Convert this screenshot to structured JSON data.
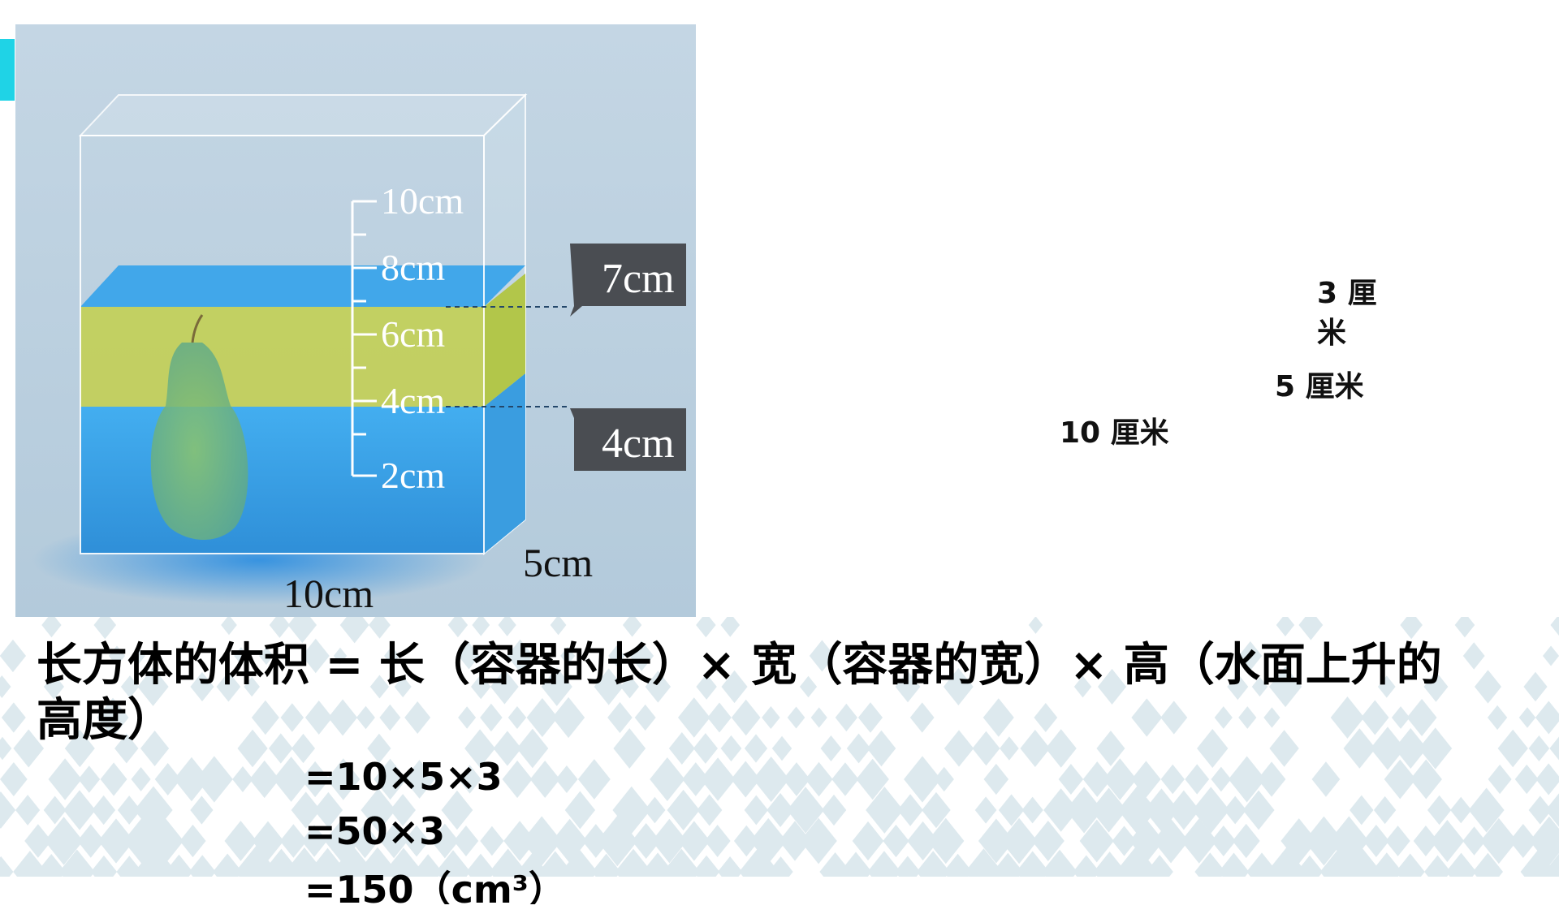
{
  "figure": {
    "ruler_ticks": [
      "10cm",
      "8cm",
      "6cm",
      "4cm",
      "2cm"
    ],
    "callout_upper": "7cm",
    "callout_lower": "4cm",
    "base_length": "10cm",
    "base_width": "5cm"
  },
  "dimensions": {
    "height_label": "3 厘米",
    "width_label": "5 厘米",
    "length_label": "10 厘米"
  },
  "formula": {
    "line1": "长方体的体积 = 长（容器的长）× 宽（容器的宽）× 高（水面上升的高度）",
    "step1": "=10×5×3",
    "step2": "=50×3",
    "step3": "=150（cm³）"
  },
  "colors": {
    "accent": "#1fd3e6",
    "water": "#3fa8e6",
    "raised_water": "#c2cf57",
    "callout_bg": "#4a4d52",
    "diamond": "#dde9ee"
  }
}
